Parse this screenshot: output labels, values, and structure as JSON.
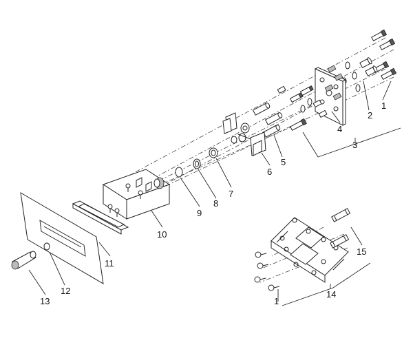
{
  "callouts": {
    "c1_top": "1",
    "c2": "2",
    "c3": "3",
    "c4": "4",
    "c5": "5",
    "c6": "6",
    "c7": "7",
    "c8": "8",
    "c9": "9",
    "c10": "10",
    "c11": "11",
    "c12": "12",
    "c13": "13",
    "c14": "14",
    "c15": "15",
    "c1_bottom": "1"
  }
}
